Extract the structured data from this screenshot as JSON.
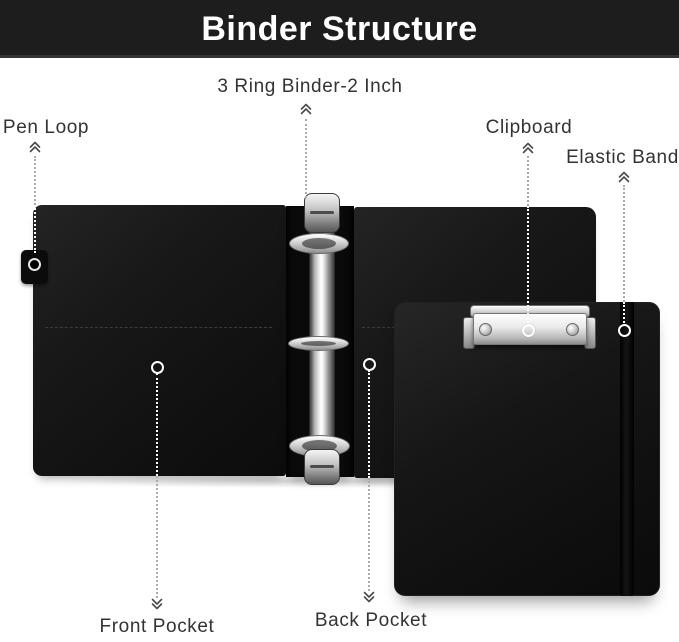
{
  "title": {
    "text": "Binder Structure"
  },
  "callouts": {
    "pen_loop": {
      "label": "Pen Loop"
    },
    "ring_binder": {
      "label": "3 Ring Binder-2 Inch"
    },
    "clipboard": {
      "label": "Clipboard"
    },
    "elastic_band": {
      "label": "Elastic Band"
    },
    "front_pocket": {
      "label": "Front Pocket"
    },
    "back_pocket": {
      "label": "Back Pocket"
    }
  },
  "colors": {
    "banner_bg": "#1d1d1d",
    "banner_text": "#ffffff",
    "label_text": "#333333",
    "leader_line": "#ababab",
    "leader_line_on_dark": "#ffffff",
    "product_black": "#141414",
    "chrome": "#e9e9e9"
  }
}
